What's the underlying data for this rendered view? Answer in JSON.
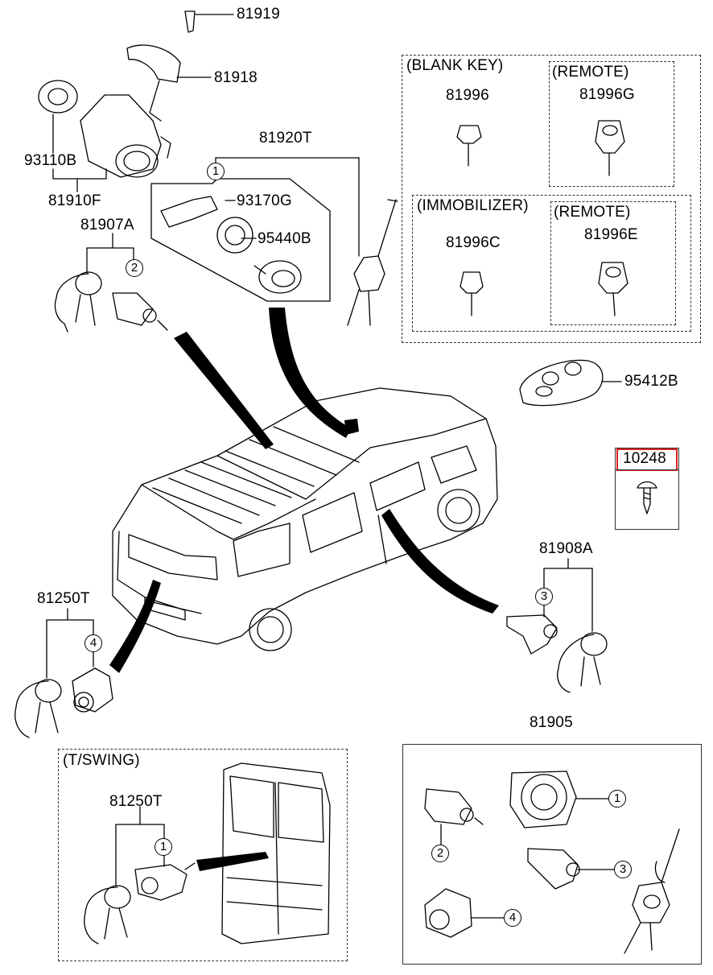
{
  "parts": {
    "p81919": "81919",
    "p81918": "81918",
    "p93110B": "93110B",
    "p81910F": "81910F",
    "p81907A": "81907A",
    "p81920T": "81920T",
    "p93170G": "93170G",
    "p95440B": "95440B",
    "p95412B": "95412B",
    "p10248": "10248",
    "p81908A": "81908A",
    "p81250T_left": "81250T",
    "p81250T_swing": "81250T",
    "p81905": "81905"
  },
  "keys": {
    "blank_key_title": "(BLANK KEY)",
    "blank_key_part": "81996",
    "remote1_title": "(REMOTE)",
    "remote1_part": "81996G",
    "immobilizer_title": "(IMMOBILIZER)",
    "immobilizer_part": "81996C",
    "remote2_title": "(REMOTE)",
    "remote2_part": "81996E"
  },
  "tswing": {
    "title": "(T/SWING)"
  },
  "callouts": {
    "c1": "1",
    "c2": "2",
    "c3": "3",
    "c4": "4"
  },
  "colors": {
    "highlight": "#e02020",
    "line": "#000000"
  }
}
